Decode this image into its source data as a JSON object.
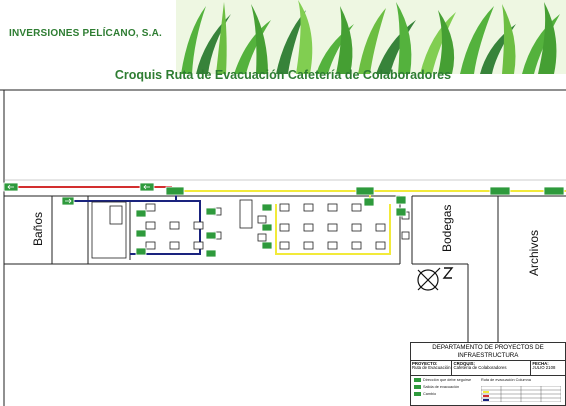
{
  "header": {
    "company": "INVERSIONES PELÍCANO, S.A.",
    "title": "Croquis Ruta de Evacuación Cafetería de Colaboradores"
  },
  "rooms": {
    "banos": "Baños",
    "bodegas": "Bodegas",
    "archivos": "Archivos"
  },
  "title_block": {
    "department": "DEPARTAMENTO DE PROYECTOS DE INFRAESTRUCTURA",
    "project_label": "PROYECTO:",
    "project_value": "Ruta de Evacuación",
    "sketch_label": "CROQUIS:",
    "sketch_value": "Cafetería de Colaboradores",
    "date_label": "FECHA:",
    "date_value": "JULIO 2108",
    "legend": [
      {
        "label": "Dirección que debe seguirse",
        "color": "#2e9a3c"
      },
      {
        "label": "Salida de evacuación",
        "color": "#2e9a3c"
      },
      {
        "label": "Cambio",
        "color": "#2e9a3c"
      }
    ],
    "legend_sub": "Ruta de evacuación  Columna"
  },
  "colors": {
    "brand_green": "#2e7d32",
    "route_red": "#d32f2f",
    "route_yellow": "#f2ea3a",
    "route_blue": "#1a237e",
    "exit_sign": "#2e9a3c"
  }
}
